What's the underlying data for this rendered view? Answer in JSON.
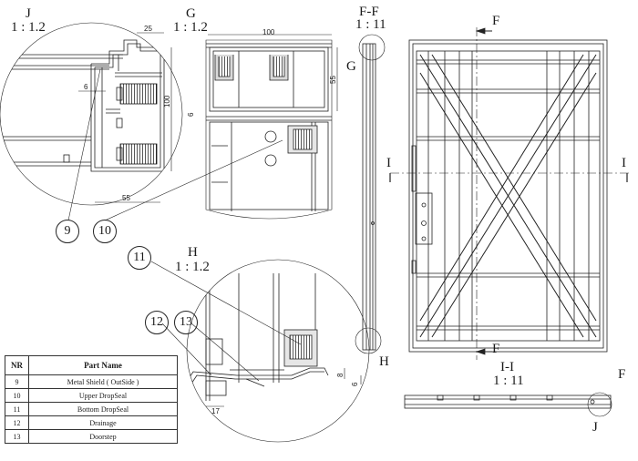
{
  "views": {
    "J": {
      "name": "J",
      "scale": "1 : 1.2"
    },
    "G": {
      "name": "G",
      "scale": "1 : 1.2"
    },
    "H": {
      "name": "H",
      "scale": "1 : 1.2"
    },
    "FF": {
      "name": "F-F",
      "scale": "1 : 11"
    },
    "II": {
      "name": "I-I",
      "scale": "1 : 11"
    }
  },
  "callouts": {
    "G": "G",
    "H": "H",
    "F_top": "F",
    "F_bottom": "F",
    "F_corner": "F",
    "I_left": "I",
    "I_right": "I",
    "J": "J"
  },
  "dimensions": {
    "j_25": "25",
    "j_6": "6",
    "j_100": "100",
    "j_55": "55",
    "g_100": "100",
    "g_55": "55",
    "g_6": "6",
    "h_8": "8",
    "h_6": "6",
    "h_17": "17"
  },
  "balloons": [
    "9",
    "10",
    "11",
    "12",
    "13"
  ],
  "parts_table": {
    "headers": [
      "NR",
      "Part Name"
    ],
    "rows": [
      [
        "9",
        "Metal Shield ( OutSide )"
      ],
      [
        "10",
        "Upper DropSeal"
      ],
      [
        "11",
        "Bottom DropSeal"
      ],
      [
        "12",
        "Drainage"
      ],
      [
        "13",
        "Doorstep"
      ]
    ]
  }
}
